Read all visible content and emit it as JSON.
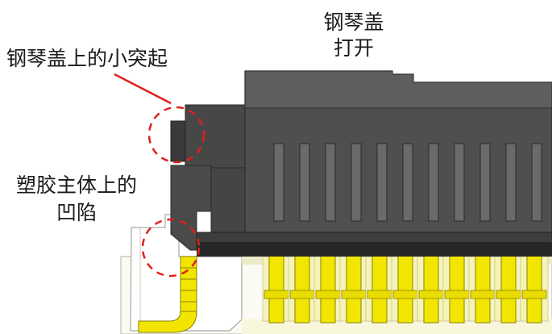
{
  "labels": {
    "cover_title_line1": "钢琴盖",
    "cover_title_line2": "打开",
    "bump_label": "钢琴盖上的小突起",
    "recess_line1": "塑胶主体上的",
    "recess_line2": "凹陷"
  },
  "colors": {
    "cover_dark": "#4a4a4a",
    "cover_mid": "#5c5c5c",
    "cover_light": "#6a6a6a",
    "housing": "#fbfbf4",
    "contact_yellow": "#f2e600",
    "contact_pale": "#f6f3b8",
    "callout_red": "#e0201b"
  },
  "contact_count": 11
}
